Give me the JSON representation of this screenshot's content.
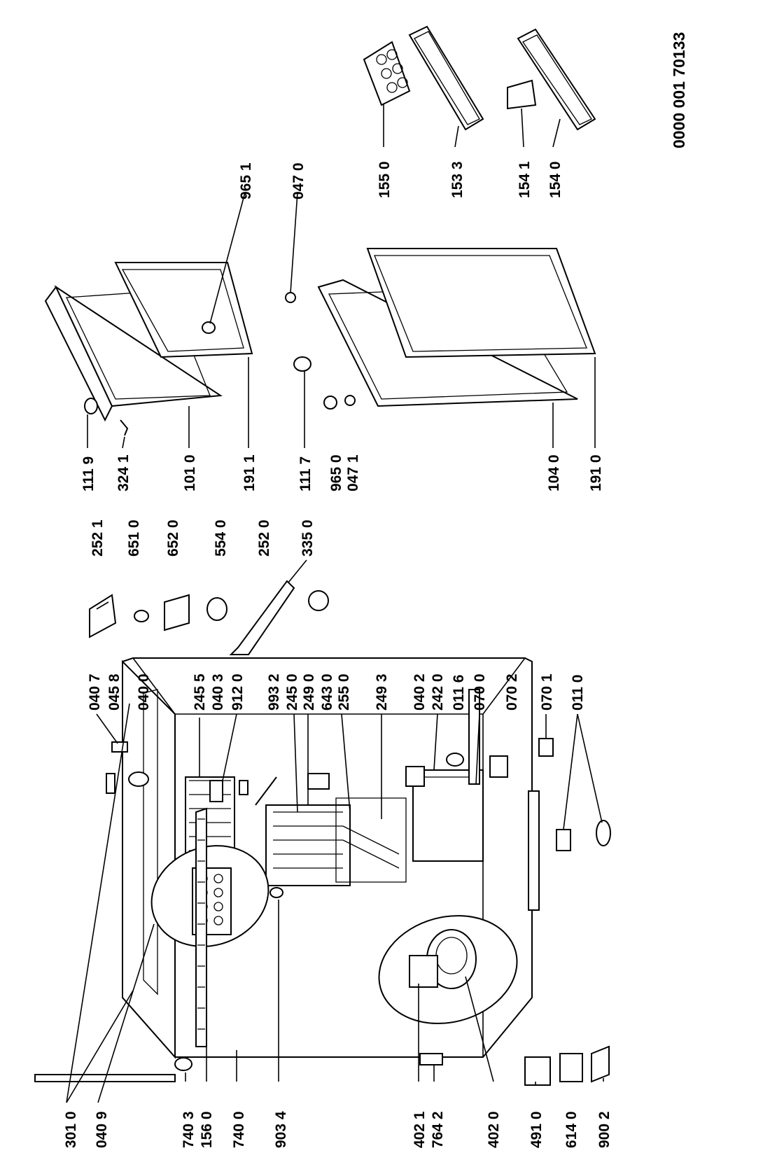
{
  "diagram": {
    "document_id": "0000 001 70133",
    "labels": {
      "l3010": "301 0",
      "l0409": "040 9",
      "l7403": "740 3",
      "l1560": "156 0",
      "l7400": "740 0",
      "l9034": "903 4",
      "l4021": "402 1",
      "l7642": "764 2",
      "l4020": "402 0",
      "l4910": "491 0",
      "l6140": "614 0",
      "l9002": "900 2",
      "l0407": "040 7",
      "l0458": "045 8",
      "l0400": "040 0",
      "l2455": "245 5",
      "l0403": "040 3",
      "l9120": "912 0",
      "l9932": "993 2",
      "l2450": "245 0",
      "l2490": "249 0",
      "l6430": "643 0",
      "l2550": "255 0",
      "l2493": "249 3",
      "l0402": "040 2",
      "l2420": "242 0",
      "l0116": "011 6",
      "l0700": "070 0",
      "l0702": "070 2",
      "l0701": "070 1",
      "l0110": "011 0",
      "l2521": "252 1",
      "l6510": "651 0",
      "l6520": "652 0",
      "l5540": "554 0",
      "l2520": "252 0",
      "l3350": "335 0",
      "l1119": "111 9",
      "l3241": "324 1",
      "l1010": "101 0",
      "l1911": "191 1",
      "l1117": "111 7",
      "l9650": "965 0",
      "l0471": "047 1",
      "l1040": "104 0",
      "l1910": "191 0",
      "l9651": "965 1",
      "l0470": "047 0",
      "l1550": "155 0",
      "l1533": "153 3",
      "l1541": "154 1",
      "l1540": "154 0"
    }
  }
}
